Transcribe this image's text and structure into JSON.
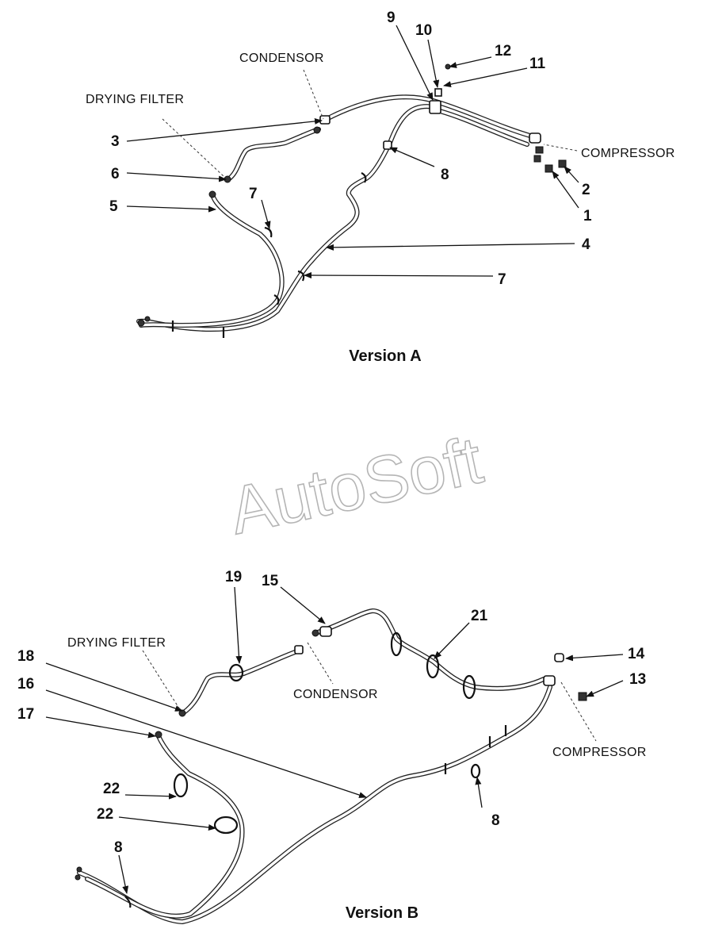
{
  "watermark": "AutoSoft",
  "version_a": {
    "title": "Version A",
    "callouts": [
      "12",
      "11",
      "10",
      "9",
      "3",
      "6",
      "5",
      "7",
      "8",
      "2",
      "1",
      "4",
      "7"
    ],
    "labels": {
      "condensor": "CONDENSOR",
      "drying_filter": "DRYING FILTER",
      "compressor": "COMPRESSOR"
    }
  },
  "version_b": {
    "title": "Version B",
    "callouts": [
      "19",
      "15",
      "21",
      "14",
      "13",
      "18",
      "16",
      "17",
      "22",
      "22",
      "8",
      "8"
    ],
    "labels": {
      "drying_filter": "DRYING FILTER",
      "condensor": "CONDENSOR",
      "compressor": "COMPRESSOR"
    }
  }
}
